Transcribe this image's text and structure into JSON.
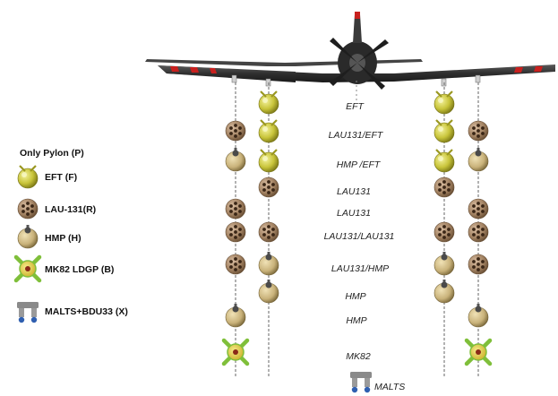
{
  "legend": {
    "title": "Only Pylon (P)",
    "items": [
      {
        "type": "eft",
        "label": "EFT (F)"
      },
      {
        "type": "lau",
        "label": "LAU-131(R)"
      },
      {
        "type": "hmp",
        "label": "HMP (H)"
      },
      {
        "type": "mk82",
        "label": "MK82 LDGP (B)"
      },
      {
        "type": "malts",
        "label": "MALTS+BDU33 (X)"
      }
    ]
  },
  "configurations": [
    {
      "label": "EFT",
      "stores": [
        "",
        "eft",
        "eft",
        ""
      ]
    },
    {
      "label": "LAU131/EFT",
      "stores": [
        "lau",
        "eft",
        "eft",
        "lau"
      ]
    },
    {
      "label": "HMP /EFT",
      "stores": [
        "hmp",
        "eft",
        "eft",
        "hmp"
      ]
    },
    {
      "label": "LAU131",
      "stores": [
        "",
        "lau",
        "lau",
        ""
      ]
    },
    {
      "label": "LAU131",
      "stores": [
        "lau",
        "",
        "",
        "lau"
      ]
    },
    {
      "label": "LAU131/LAU131",
      "stores": [
        "lau",
        "lau",
        "lau",
        "lau"
      ]
    },
    {
      "label": "LAU131/HMP",
      "stores": [
        "lau",
        "hmp",
        "hmp",
        "lau"
      ]
    },
    {
      "label": "HMP",
      "stores": [
        "",
        "hmp",
        "hmp",
        ""
      ]
    },
    {
      "label": "HMP",
      "stores": [
        "hmp",
        "",
        "",
        "hmp"
      ]
    },
    {
      "label": "MK82",
      "stores": [
        "mk82",
        "",
        "",
        "mk82"
      ]
    },
    {
      "label": "MALTS",
      "stores": [
        "",
        "",
        "",
        ""
      ],
      "center_store": "malts"
    }
  ],
  "colors": {
    "wing": "#2e2e2e",
    "wing_highlight": "#5a5a5a",
    "eft_body": "#c8c43a",
    "eft_dark": "#7d7a15",
    "lau_body": "#a08060",
    "lau_hole": "#3a2616",
    "hmp_body": "#c9b27a",
    "hmp_dark": "#7c6a3c",
    "mk82_cross": "#7fbf3a",
    "mk82_body": "#e6d24a",
    "malts_grey": "#8a8a8a",
    "malts_blue": "#2f5fb0",
    "stripe_red": "#c8201e",
    "line": "#666666"
  }
}
